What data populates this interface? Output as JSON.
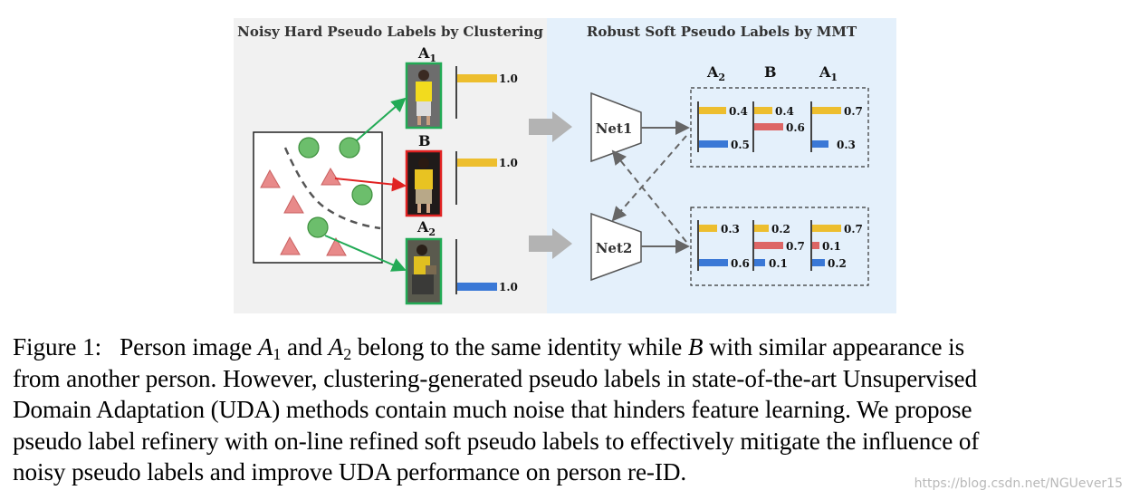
{
  "figure": {
    "left_panel_title": "Noisy Hard Pseudo Labels by Clustering",
    "right_panel_title": "Robust Soft Pseudo Labels by MMT",
    "image_labels": {
      "a1": "A",
      "a1_sub": "1",
      "b": "B",
      "a2": "A",
      "a2_sub": "2"
    },
    "hard_label_values": [
      "1.0",
      "1.0",
      "1.0"
    ],
    "networks": [
      "Net1",
      "Net2"
    ],
    "column_headers": [
      {
        "main": "A",
        "sub": "2"
      },
      {
        "main": "B",
        "sub": ""
      },
      {
        "main": "A",
        "sub": "1"
      }
    ],
    "net1_values": [
      [
        "0.4",
        "0.5"
      ],
      [
        "0.4",
        "0.6"
      ],
      [
        "0.7",
        "0.3"
      ]
    ],
    "net2_values": [
      [
        "0.3",
        "0.6"
      ],
      [
        "0.2",
        "0.7",
        "0.1"
      ],
      [
        "0.7",
        "0.1",
        "0.2"
      ]
    ],
    "colors": {
      "yellow": "#EDBE2E",
      "red": "#DD6666",
      "blue": "#3A78D6",
      "green_arrow": "#22AA55",
      "red_arrow": "#E02222",
      "left_bg": "#F1F1F1",
      "right_bg": "#E4F0FB"
    }
  },
  "caption": {
    "label": "Figure 1:",
    "line1_a": "Person image",
    "A1": "A",
    "A1_sub": "1",
    "and": "and",
    "A2": "A",
    "A2_sub": "2",
    "line1_b": "belong to the same identity while",
    "B": "B",
    "line1_c": "with similar appearance is",
    "line2": "from another person. However, clustering-generated pseudo labels in state-of-the-art Unsupervised",
    "line3": "Domain Adaptation (UDA) methods contain much noise that hinders feature learning. We propose",
    "line4": "pseudo label refinery with on-line refined soft pseudo labels to effectively mitigate the influence of",
    "line5": "noisy pseudo labels and improve UDA performance on person re-ID."
  },
  "watermark": "https://blog.csdn.net/NGUever15"
}
